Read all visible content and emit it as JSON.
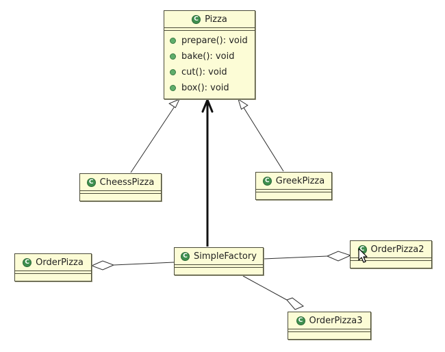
{
  "diagram": {
    "classes": {
      "pizza": {
        "name": "Pizza",
        "methods": [
          "prepare(): void",
          "bake(): void",
          "cut(): void",
          "box(): void"
        ]
      },
      "cheess_pizza": {
        "name": "CheessPizza"
      },
      "greek_pizza": {
        "name": "GreekPizza"
      },
      "simple_factory": {
        "name": "SimpleFactory"
      },
      "order_pizza": {
        "name": "OrderPizza"
      },
      "order_pizza2": {
        "name": "OrderPizza2"
      },
      "order_pizza3": {
        "name": "OrderPizza3"
      }
    },
    "relationships": [
      {
        "type": "generalization",
        "from": "CheessPizza",
        "to": "Pizza"
      },
      {
        "type": "generalization",
        "from": "GreekPizza",
        "to": "Pizza"
      },
      {
        "type": "association",
        "from": "SimpleFactory",
        "to": "Pizza"
      },
      {
        "type": "aggregation",
        "whole": "OrderPizza",
        "part": "SimpleFactory"
      },
      {
        "type": "aggregation",
        "whole": "OrderPizza2",
        "part": "SimpleFactory"
      },
      {
        "type": "aggregation",
        "whole": "OrderPizza3",
        "part": "SimpleFactory"
      }
    ],
    "colors": {
      "class_fill": "#fcfcd6",
      "class_border": "#4a4a38",
      "class_icon": "#3f8f4f",
      "method_icon": "#5fae6b"
    },
    "icons": {
      "class_icon": "class-c-icon",
      "method_icon": "public-method-icon",
      "cursor": "mouse-pointer-icon"
    }
  }
}
